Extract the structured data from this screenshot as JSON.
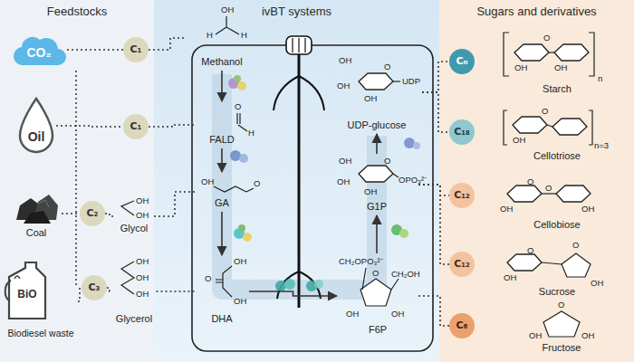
{
  "diagram": {
    "nodes": [
      {
        "text": [
          "Feedstocks"
        ]
      },
      {
        "text": [
          "ivBT systems"
        ]
      },
      {
        "text": [
          "Sugars and derivatives"
        ]
      },
      {
        "text": [
          "CO₂"
        ],
        "in": 0
      },
      {
        "text": [
          "Oil"
        ],
        "in": 0
      },
      {
        "text": [
          "Coal"
        ],
        "in": 0
      },
      {
        "text": [
          "BiO",
          "Biodiesel waste"
        ],
        "in": 0
      },
      {
        "text": [
          "C₁"
        ],
        "in": 0
      },
      {
        "text": [
          "C₁"
        ],
        "in": 0
      },
      {
        "text": [
          "C₂"
        ],
        "in": 0
      },
      {
        "text": [
          "C₃"
        ],
        "in": 0
      },
      {
        "text": [
          "Glycol"
        ],
        "in": 0
      },
      {
        "text": [
          "Glycerol"
        ],
        "in": 0
      },
      {
        "text": [
          "Methanol"
        ],
        "in": 1
      },
      {
        "text": [
          "FALD"
        ],
        "in": 1
      },
      {
        "text": [
          "GA"
        ],
        "in": 1
      },
      {
        "text": [
          "DHA"
        ],
        "in": 1
      },
      {
        "text": [
          "F6P"
        ],
        "in": 1
      },
      {
        "text": [
          "G1P"
        ],
        "in": 1
      },
      {
        "text": [
          "UDP-glucose"
        ],
        "in": 1
      },
      {
        "text": [
          "Cₙ"
        ],
        "in": 2
      },
      {
        "text": [
          "Starch"
        ],
        "in": 2
      },
      {
        "text": [
          "C₁₈"
        ],
        "in": 2
      },
      {
        "text": [
          "Cellotriose"
        ],
        "in": 2
      },
      {
        "text": [
          "C₁₂"
        ],
        "in": 2
      },
      {
        "text": [
          "Cellobiose"
        ],
        "in": 2
      },
      {
        "text": [
          "C₁₂"
        ],
        "in": 2
      },
      {
        "text": [
          "Sucrose"
        ],
        "in": 2
      },
      {
        "text": [
          "C₆"
        ],
        "in": 2
      },
      {
        "text": [
          "Fructose"
        ],
        "in": 2
      }
    ],
    "edges": [
      {
        "from": 3,
        "to": 7,
        "arrow": "none"
      },
      {
        "from": 7,
        "to": 13,
        "arrow": "none"
      },
      {
        "from": 4,
        "to": 8,
        "arrow": "none"
      },
      {
        "from": 8,
        "to": 14,
        "arrow": "none"
      },
      {
        "from": 5,
        "to": 9,
        "arrow": "none"
      },
      {
        "from": 9,
        "to": 11,
        "arrow": "none"
      },
      {
        "from": 11,
        "to": 15,
        "arrow": "none"
      },
      {
        "from": 6,
        "to": 10,
        "arrow": "none"
      },
      {
        "from": 10,
        "to": 12,
        "arrow": "none"
      },
      {
        "from": 12,
        "to": 16,
        "arrow": "none"
      },
      {
        "from": 13,
        "to": 14,
        "arrow": "to"
      },
      {
        "from": 14,
        "to": 15,
        "arrow": "to"
      },
      {
        "from": 15,
        "to": 16,
        "arrow": "to"
      },
      {
        "from": 16,
        "to": 17,
        "arrow": "to"
      },
      {
        "from": 17,
        "to": 18,
        "arrow": "to"
      },
      {
        "from": 18,
        "to": 19,
        "arrow": "to"
      },
      {
        "from": 19,
        "to": 20,
        "arrow": "none"
      },
      {
        "from": 19,
        "to": 22,
        "arrow": "none"
      },
      {
        "from": 18,
        "to": 24,
        "arrow": "none"
      },
      {
        "from": 18,
        "to": 26,
        "arrow": "none"
      },
      {
        "from": 17,
        "to": 28,
        "arrow": "none"
      }
    ],
    "labels": [
      "OH",
      "H",
      "H",
      "O",
      "H",
      "OH",
      "O",
      "OH",
      "OH",
      "OH",
      "OH",
      "OH",
      "OH",
      "O",
      "OH",
      "CH₂OPO₃²⁻",
      "CH₂OH",
      "O",
      "OH",
      "OH",
      "OH",
      "O",
      "OH",
      "OPO₃²⁻",
      "OH",
      "OH",
      "O",
      "UDP",
      "OH",
      "OH",
      "O",
      "OH",
      "OH",
      "n",
      "O",
      "OH",
      "n=3",
      "O",
      "O",
      "OH",
      "OH",
      "O",
      "O",
      "OH",
      "OH",
      "O",
      "OH",
      "OH"
    ]
  }
}
